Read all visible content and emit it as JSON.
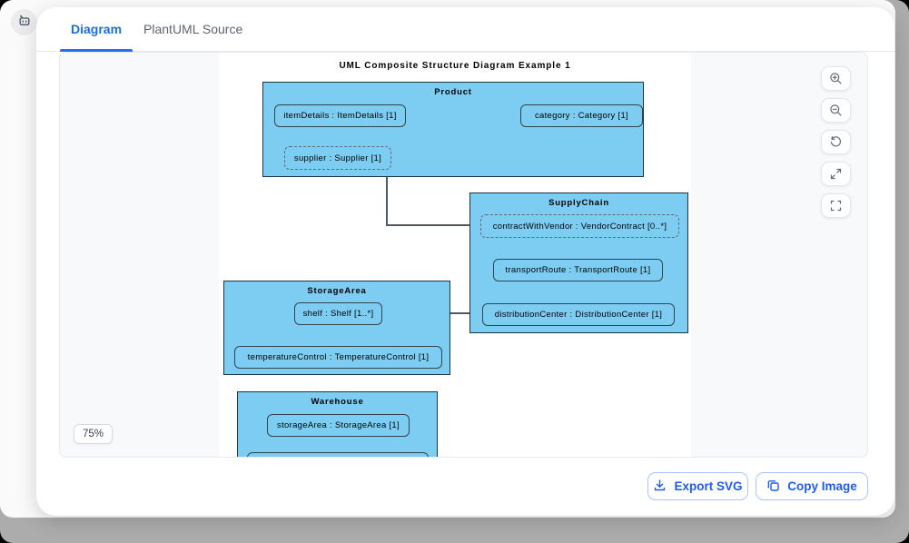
{
  "tabs": {
    "diagram": "Diagram",
    "source": "PlantUML Source"
  },
  "controls": {
    "zoom_in_icon": "magnifier-plus",
    "zoom_out_icon": "magnifier-minus",
    "reset_icon": "rotate-counterclockwise",
    "expand_icon": "diagonal-arrows-out",
    "fit_icon": "corner-brackets",
    "zoom_level": "75%"
  },
  "footer": {
    "export_label": "Export SVG",
    "copy_label": "Copy Image"
  },
  "diagram": {
    "title": "UML Composite Structure Diagram Example 1",
    "structs": [
      {
        "name": "Product",
        "parts": [
          {
            "label": "itemDetails : ItemDetails [1]"
          },
          {
            "label": "category : Category [1]"
          },
          {
            "label": "supplier : Supplier [1]",
            "dashed": true
          }
        ]
      },
      {
        "name": "SupplyChain",
        "parts": [
          {
            "label": "contractWithVendor : VendorContract [0..*]",
            "dashed": true
          },
          {
            "label": "transportRoute : TransportRoute [1]"
          },
          {
            "label": "distributionCenter : DistributionCenter [1]"
          }
        ]
      },
      {
        "name": "StorageArea",
        "parts": [
          {
            "label": "shelf : Shelf [1..*]"
          },
          {
            "label": "temperatureControl : TemperatureControl [1]"
          }
        ]
      },
      {
        "name": "Warehouse",
        "parts": [
          {
            "label": "storageArea : StorageArea [1]"
          }
        ]
      }
    ]
  },
  "colors": {
    "accent": "#1A6EE0",
    "struct_fill": "#7DCDF3",
    "button_blue": "#1D5DE8"
  }
}
